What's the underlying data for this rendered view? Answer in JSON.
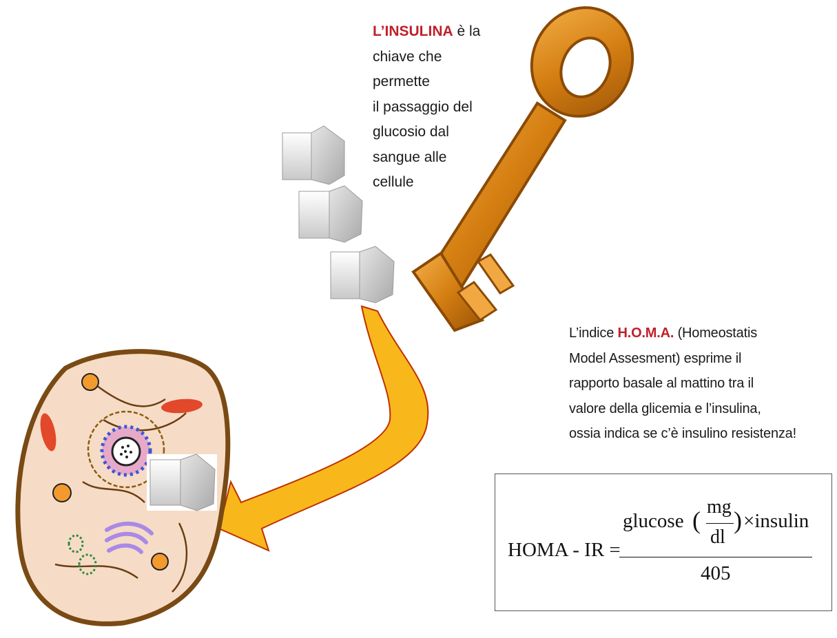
{
  "insulina_note": {
    "keyword": "L’INSULINA",
    "after_keyword": " è la",
    "lines": [
      "chiave che",
      "permette",
      "il passaggio del",
      "glucosio dal",
      "sangue alle",
      "cellule"
    ]
  },
  "homa_note": {
    "prefix": "L’indice ",
    "keyword": "H.O.M.A.",
    "after_keyword": " (Homeostatis",
    "lines": [
      "Model Assesment) esprime il",
      "rapporto basale al mattino tra il",
      "valore della glicemia e l’insulina,",
      "ossia indica se c’è insulino resistenza!"
    ]
  },
  "formula": {
    "lhs": "HOMA - IR =",
    "numerator_left": "glucose",
    "unit_numerator": "mg",
    "unit_denominator": "dl",
    "numerator_right": "×insulin",
    "denominator": "405"
  },
  "colors": {
    "keyword_red": "#c0202a",
    "key_orange": "#d98a1c",
    "arrow_yellow": "#f8b81c",
    "cell_fill": "#f6dcc6",
    "cell_outline": "#7a4a14"
  },
  "icons": [
    "key-icon",
    "sugar-cube-icon",
    "cell-icon",
    "arrow-icon"
  ]
}
